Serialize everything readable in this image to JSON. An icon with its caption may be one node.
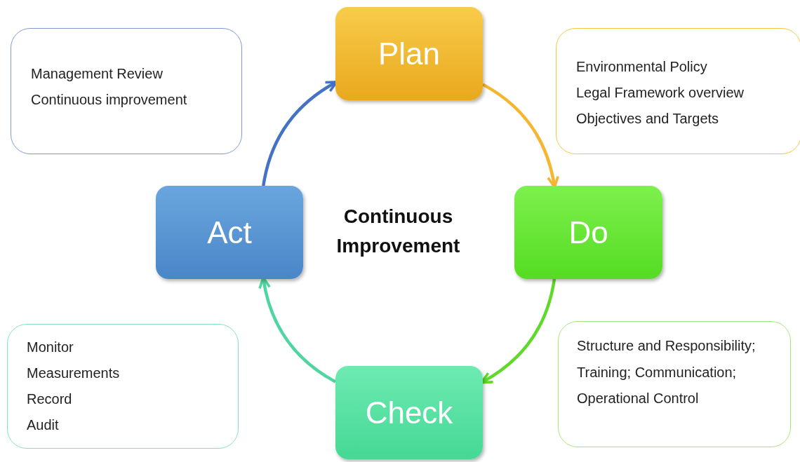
{
  "diagram": {
    "nodes": [
      {
        "text": [
          "Management Review",
          "Continuous improvement"
        ]
      },
      {
        "text": [
          "Plan"
        ]
      },
      {
        "text": [
          "Environmental Policy",
          "Legal Framework overview",
          "Objectives and Targets"
        ]
      },
      {
        "text": [
          "Act"
        ]
      },
      {
        "text": [
          "Do"
        ]
      },
      {
        "text": [
          "Monitor",
          "Measurements",
          "Record",
          "Audit"
        ]
      },
      {
        "text": [
          "Check"
        ]
      },
      {
        "text": [
          "Structure and Responsibility; Training; Communication; Operational Control"
        ]
      }
    ],
    "edges": [
      {
        "from": 3,
        "to": 1,
        "arrow": "to",
        "color": "#4472c4"
      },
      {
        "from": 1,
        "to": 4,
        "arrow": "to",
        "color": "#f5b731"
      },
      {
        "from": 4,
        "to": 6,
        "arrow": "to",
        "color": "#5fd92a"
      },
      {
        "from": 6,
        "to": 3,
        "arrow": "to",
        "color": "#4fd6a0"
      }
    ],
    "labels": [
      "Continuous Improvement"
    ]
  }
}
